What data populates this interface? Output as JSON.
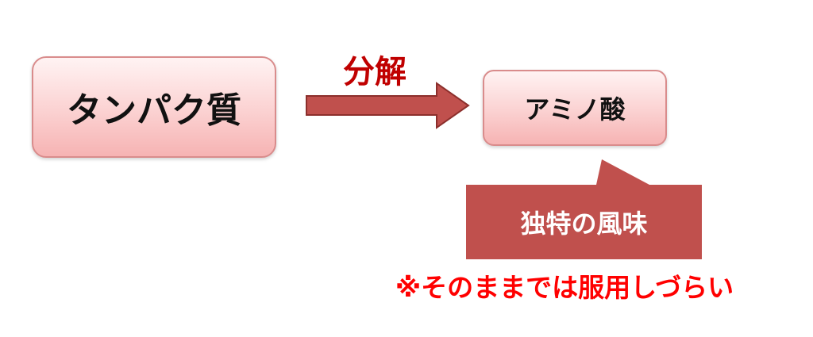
{
  "nodes": {
    "protein": "タンパク質",
    "amino_acid": "アミノ酸"
  },
  "edge": {
    "label": "分解"
  },
  "callout": {
    "text": "独特の風味"
  },
  "note": {
    "text": "※そのままでは服用しづらい"
  },
  "colors": {
    "arrow_fill": "#c0504d",
    "arrow_stroke": "#8c2f2c",
    "callout_fill": "#c0504d",
    "edge_label": "#c00000",
    "note": "#ff0000",
    "box_border": "#d98c8c"
  }
}
